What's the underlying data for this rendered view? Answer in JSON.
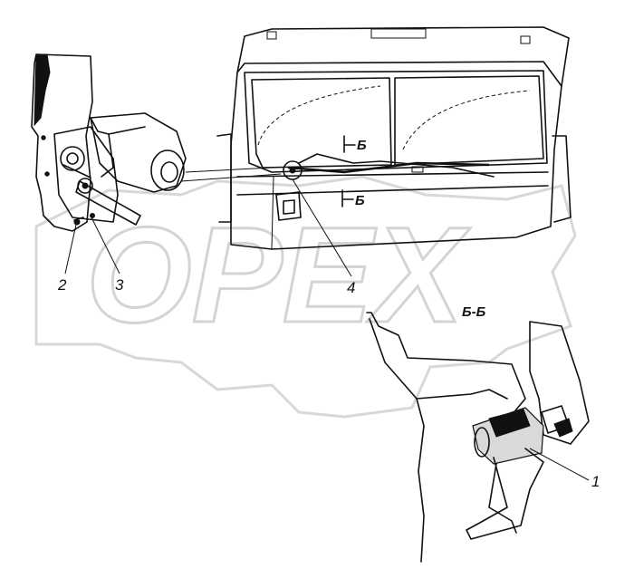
{
  "watermark": {
    "text": "OPEX"
  },
  "callouts": [
    {
      "id": "1",
      "text": "1"
    },
    {
      "id": "2",
      "text": "2"
    },
    {
      "id": "3",
      "text": "3"
    },
    {
      "id": "4",
      "text": "4"
    }
  ],
  "section_markers": {
    "upper": "Б",
    "lower": "Б"
  },
  "section_view_title": "Б-Б"
}
